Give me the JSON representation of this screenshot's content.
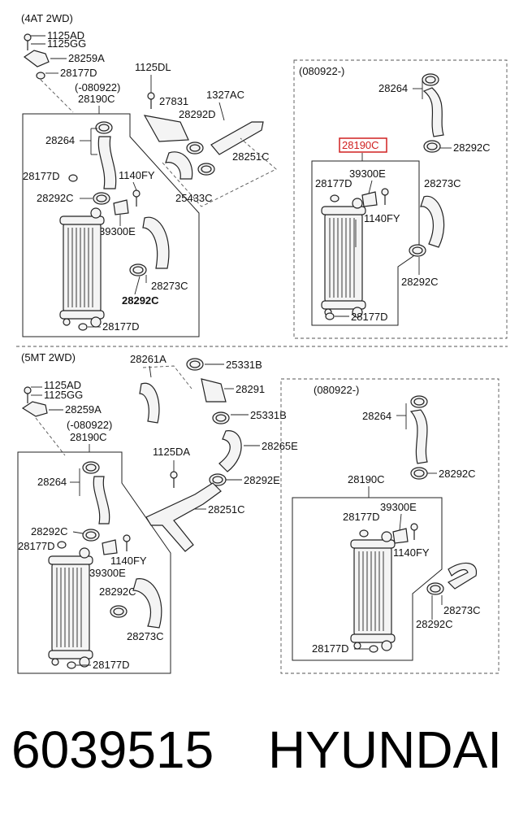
{
  "sections": {
    "at": {
      "title": "(4AT 2WD)",
      "sub": "(-080922)",
      "labels": {
        "p1125ad": "1125AD",
        "p1125gg": "1125GG",
        "p28259a": "28259A",
        "p28177d_top": "28177D",
        "p28190c": "28190C",
        "p28264": "28264",
        "p28177d_left": "28177D",
        "p1140fy": "1140FY",
        "p28292c": "28292C",
        "p39300e": "39300E",
        "p28273c": "28273C",
        "p28292c_bold": "28292C",
        "p28177d_bottom": "28177D",
        "p1125dl": "1125DL",
        "p27831": "27831",
        "p28292d": "28292D",
        "p1327ac": "1327AC",
        "p28251c": "28251C",
        "p25433c": "25433C"
      }
    },
    "at_new": {
      "title": "(080922-)",
      "labels": {
        "p28264": "28264",
        "p28292c_top": "28292C",
        "p28190c": "28190C",
        "p39300e": "39300E",
        "p28177d_top": "28177D",
        "p28273c": "28273C",
        "p1140fy": "1140FY",
        "p28292c_low": "28292C",
        "p28177d_bottom": "28177D"
      }
    },
    "mt": {
      "title": "(5MT 2WD)",
      "sub": "(-080922)",
      "labels": {
        "p1125ad": "1125AD",
        "p1125gg": "1125GG",
        "p28259a": "28259A",
        "p28190c": "28190C",
        "p28264": "28264",
        "p28292c_a": "28292C",
        "p28177d_left": "28177D",
        "p1140fy": "1140FY",
        "p39300e": "39300E",
        "p28292c_b": "28292C",
        "p28273c": "28273C",
        "p28177d_bottom": "28177D",
        "p28261a": "28261A",
        "p25331b_top": "25331B",
        "p28291": "28291",
        "p25331b_low": "25331B",
        "p28265e": "28265E",
        "p1125da": "1125DA",
        "p28292e": "28292E",
        "p28251c": "28251C"
      }
    },
    "mt_new": {
      "title": "(080922-)",
      "labels": {
        "p28264": "28264",
        "p28292c_top": "28292C",
        "p28190c": "28190C",
        "p39300e": "39300E",
        "p28177d_top": "28177D",
        "p1140fy": "1140FY",
        "p28273c": "28273C",
        "p28292c_low": "28292C",
        "p28177d_bottom": "28177D"
      }
    }
  },
  "highlight_color": "#d02020",
  "footer": {
    "part_number": "6039515",
    "brand": "HYUNDAI"
  }
}
